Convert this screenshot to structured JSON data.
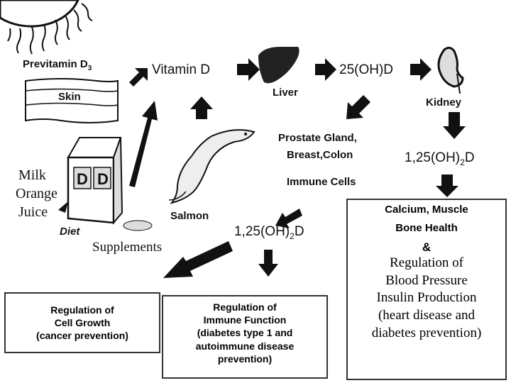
{
  "colors": {
    "ink": "#111111",
    "fill_dark": "#222222",
    "fill_light": "#dddddd",
    "box_border": "#333333"
  },
  "icons": [
    "sun-icon",
    "liver-icon",
    "kidney-icon",
    "salmon-icon",
    "milk-carton-icon",
    "supplement-pill-icon"
  ],
  "labels": {
    "previtamin": "Previtamin D",
    "previtamin_sub": "3",
    "skin": "Skin",
    "vitamin_d": "Vitamin D",
    "liver": "Liver",
    "ohd25": "25(OH)D",
    "kidney": "Kidney",
    "prostate_1": "Prostate Gland,",
    "prostate_2": "Breast,Colon",
    "immune_cells": "Immune Cells",
    "dihydroxy_right_pre": "1,25(OH)",
    "dihydroxy_right_sub": "2",
    "dihydroxy_right_post": "D",
    "dihydroxy_center_pre": "1,25(OH)",
    "dihydroxy_center_sub": "2",
    "dihydroxy_center_post": "D",
    "milk": "Milk",
    "orange": "Orange",
    "juice": "Juice",
    "diet": "Diet",
    "salmon": "Salmon",
    "supplements": "Supplements",
    "carton_d": "D"
  },
  "boxes": {
    "cell_growth": [
      "Regulation of",
      "Cell Growth",
      "(cancer prevention)"
    ],
    "immune_function": [
      "Regulation of",
      "Immune Function",
      "(diabetes type 1 and",
      "autoimmune disease",
      "prevention)"
    ],
    "calcium": {
      "line1": "Calcium, Muscle",
      "line2": "Bone Health",
      "amp": "&",
      "serif_lines": [
        "Regulation of",
        "Blood Pressure",
        "Insulin Production",
        "(heart disease and",
        "diabetes prevention)"
      ]
    }
  }
}
